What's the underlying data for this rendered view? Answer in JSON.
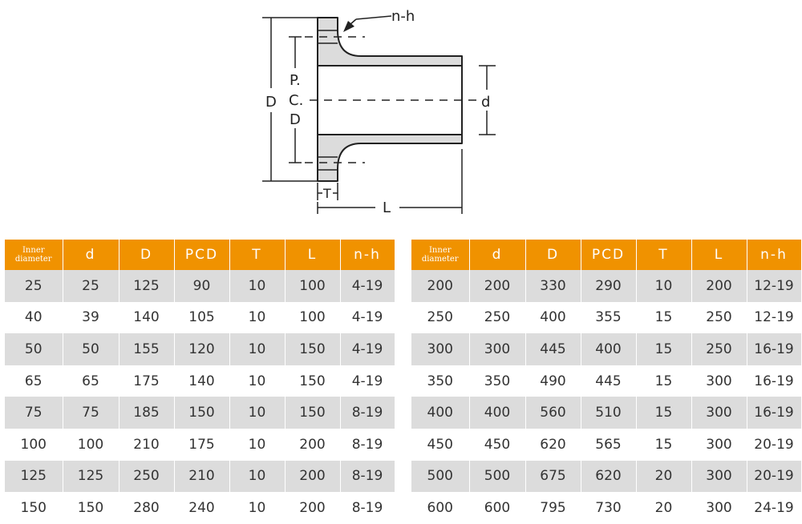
{
  "diagram": {
    "labels": {
      "nh": "n-h",
      "D": "D",
      "pcd_p": "P.",
      "pcd_c": "C.",
      "pcd_d": "D",
      "d": "d",
      "T": "T",
      "L": "L"
    }
  },
  "colors": {
    "header": "#f09200",
    "row_shaded": "#dcdcdc",
    "part_fill": "#dcdcdc"
  },
  "tables": [
    {
      "headers": [
        "Inner diameter",
        "d",
        "D",
        "PCD",
        "T",
        "L",
        "n-h"
      ],
      "rows": [
        [
          "25",
          "25",
          "125",
          "90",
          "10",
          "100",
          "4-19"
        ],
        [
          "40",
          "39",
          "140",
          "105",
          "10",
          "100",
          "4-19"
        ],
        [
          "50",
          "50",
          "155",
          "120",
          "10",
          "150",
          "4-19"
        ],
        [
          "65",
          "65",
          "175",
          "140",
          "10",
          "150",
          "4-19"
        ],
        [
          "75",
          "75",
          "185",
          "150",
          "10",
          "150",
          "8-19"
        ],
        [
          "100",
          "100",
          "210",
          "175",
          "10",
          "200",
          "8-19"
        ],
        [
          "125",
          "125",
          "250",
          "210",
          "10",
          "200",
          "8-19"
        ],
        [
          "150",
          "150",
          "280",
          "240",
          "10",
          "200",
          "8-19"
        ]
      ]
    },
    {
      "headers": [
        "Inner diameter",
        "d",
        "D",
        "PCD",
        "T",
        "L",
        "n-h"
      ],
      "rows": [
        [
          "200",
          "200",
          "330",
          "290",
          "10",
          "200",
          "12-19"
        ],
        [
          "250",
          "250",
          "400",
          "355",
          "15",
          "250",
          "12-19"
        ],
        [
          "300",
          "300",
          "445",
          "400",
          "15",
          "250",
          "16-19"
        ],
        [
          "350",
          "350",
          "490",
          "445",
          "15",
          "300",
          "16-19"
        ],
        [
          "400",
          "400",
          "560",
          "510",
          "15",
          "300",
          "16-19"
        ],
        [
          "450",
          "450",
          "620",
          "565",
          "15",
          "300",
          "20-19"
        ],
        [
          "500",
          "500",
          "675",
          "620",
          "20",
          "300",
          "20-19"
        ],
        [
          "600",
          "600",
          "795",
          "730",
          "20",
          "300",
          "24-19"
        ]
      ]
    }
  ]
}
